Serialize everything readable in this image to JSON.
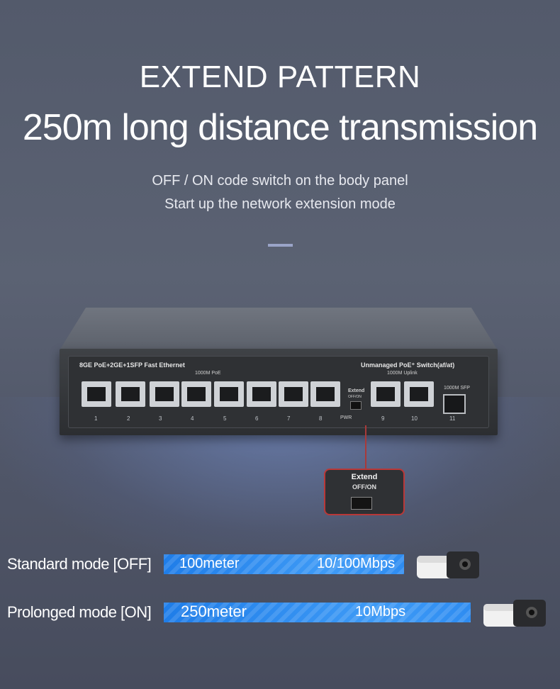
{
  "heading": {
    "title": "EXTEND PATTERN",
    "subtitle": "250m long distance transmission",
    "line1": "OFF / ON code switch on the body panel",
    "line2": "Start up the network extension mode"
  },
  "device": {
    "left_label": "8GE PoE+2GE+1SFP Fast Ethernet",
    "poe_group": "1000M PoE",
    "right_label": "Unmanaged PoE⁺ Switch(af/at)",
    "uplink_group": "1000M Uplink",
    "sfp_label": "1000M SFP",
    "extend_small": "Extend",
    "extend_small_state": "OFF/ON",
    "pwr": "PWR",
    "port_numbers": [
      "1",
      "2",
      "3",
      "4",
      "5",
      "6",
      "7",
      "8",
      "9",
      "10",
      "11"
    ]
  },
  "callout": {
    "label": "Extend",
    "state": "OFF/ON"
  },
  "modes": [
    {
      "label": "Standard mode [OFF]",
      "distance": "100meter",
      "speed": "10/100Mbps"
    },
    {
      "label": "Prolonged mode [ON]",
      "distance": "250meter",
      "speed": "10Mbps"
    }
  ],
  "colors": {
    "bar": "#2e8cf1",
    "callout_border": "#b93838",
    "background": "#565d6e"
  }
}
